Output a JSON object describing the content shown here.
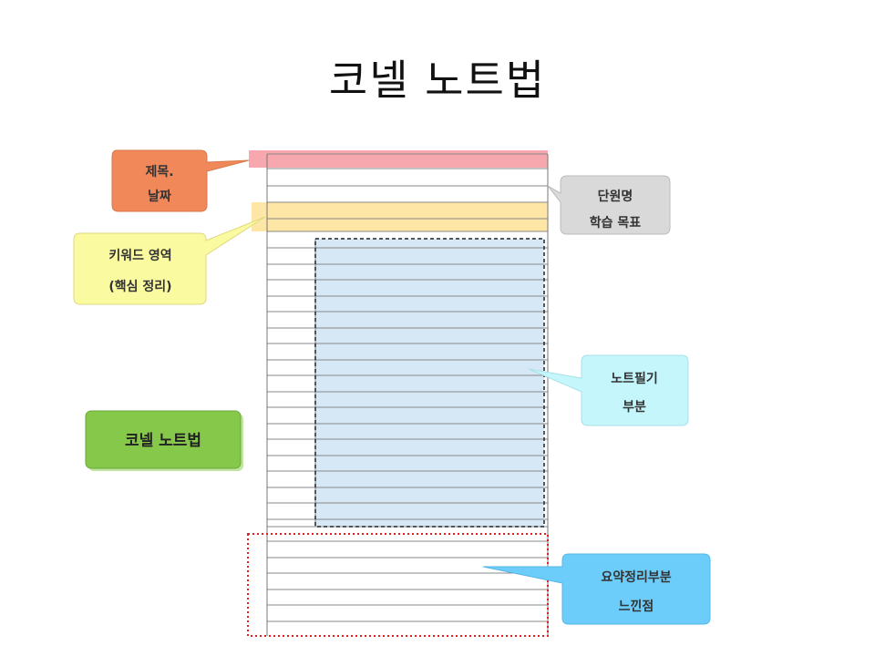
{
  "title": "코넬 노트법",
  "callouts": {
    "title_date": {
      "lines": [
        "제목.",
        "날짜"
      ],
      "color": "#f0885a"
    },
    "unit": {
      "lines": [
        "단원명",
        "학습 목표"
      ],
      "color": "#d9d9d9"
    },
    "keyword": {
      "lines": [
        "키워드 영역",
        "(핵심 정리)"
      ],
      "color": "#fafaa0"
    },
    "notes": {
      "lines": [
        "노트필기",
        "부분"
      ],
      "color": "#c4f6fb"
    },
    "summary": {
      "lines": [
        "요약정리부분",
        "느낀점"
      ],
      "color": "#6ccdfb"
    }
  },
  "button": {
    "label": "코넬 노트법",
    "color": "#86c94a"
  },
  "colors": {
    "title_band": "#f7a7ae",
    "keyword_band": "#fde6a6",
    "notes_area": "#d6e7f5",
    "summary_border": "#e02020",
    "notes_border": "#222222",
    "rule_line": "#888888"
  }
}
